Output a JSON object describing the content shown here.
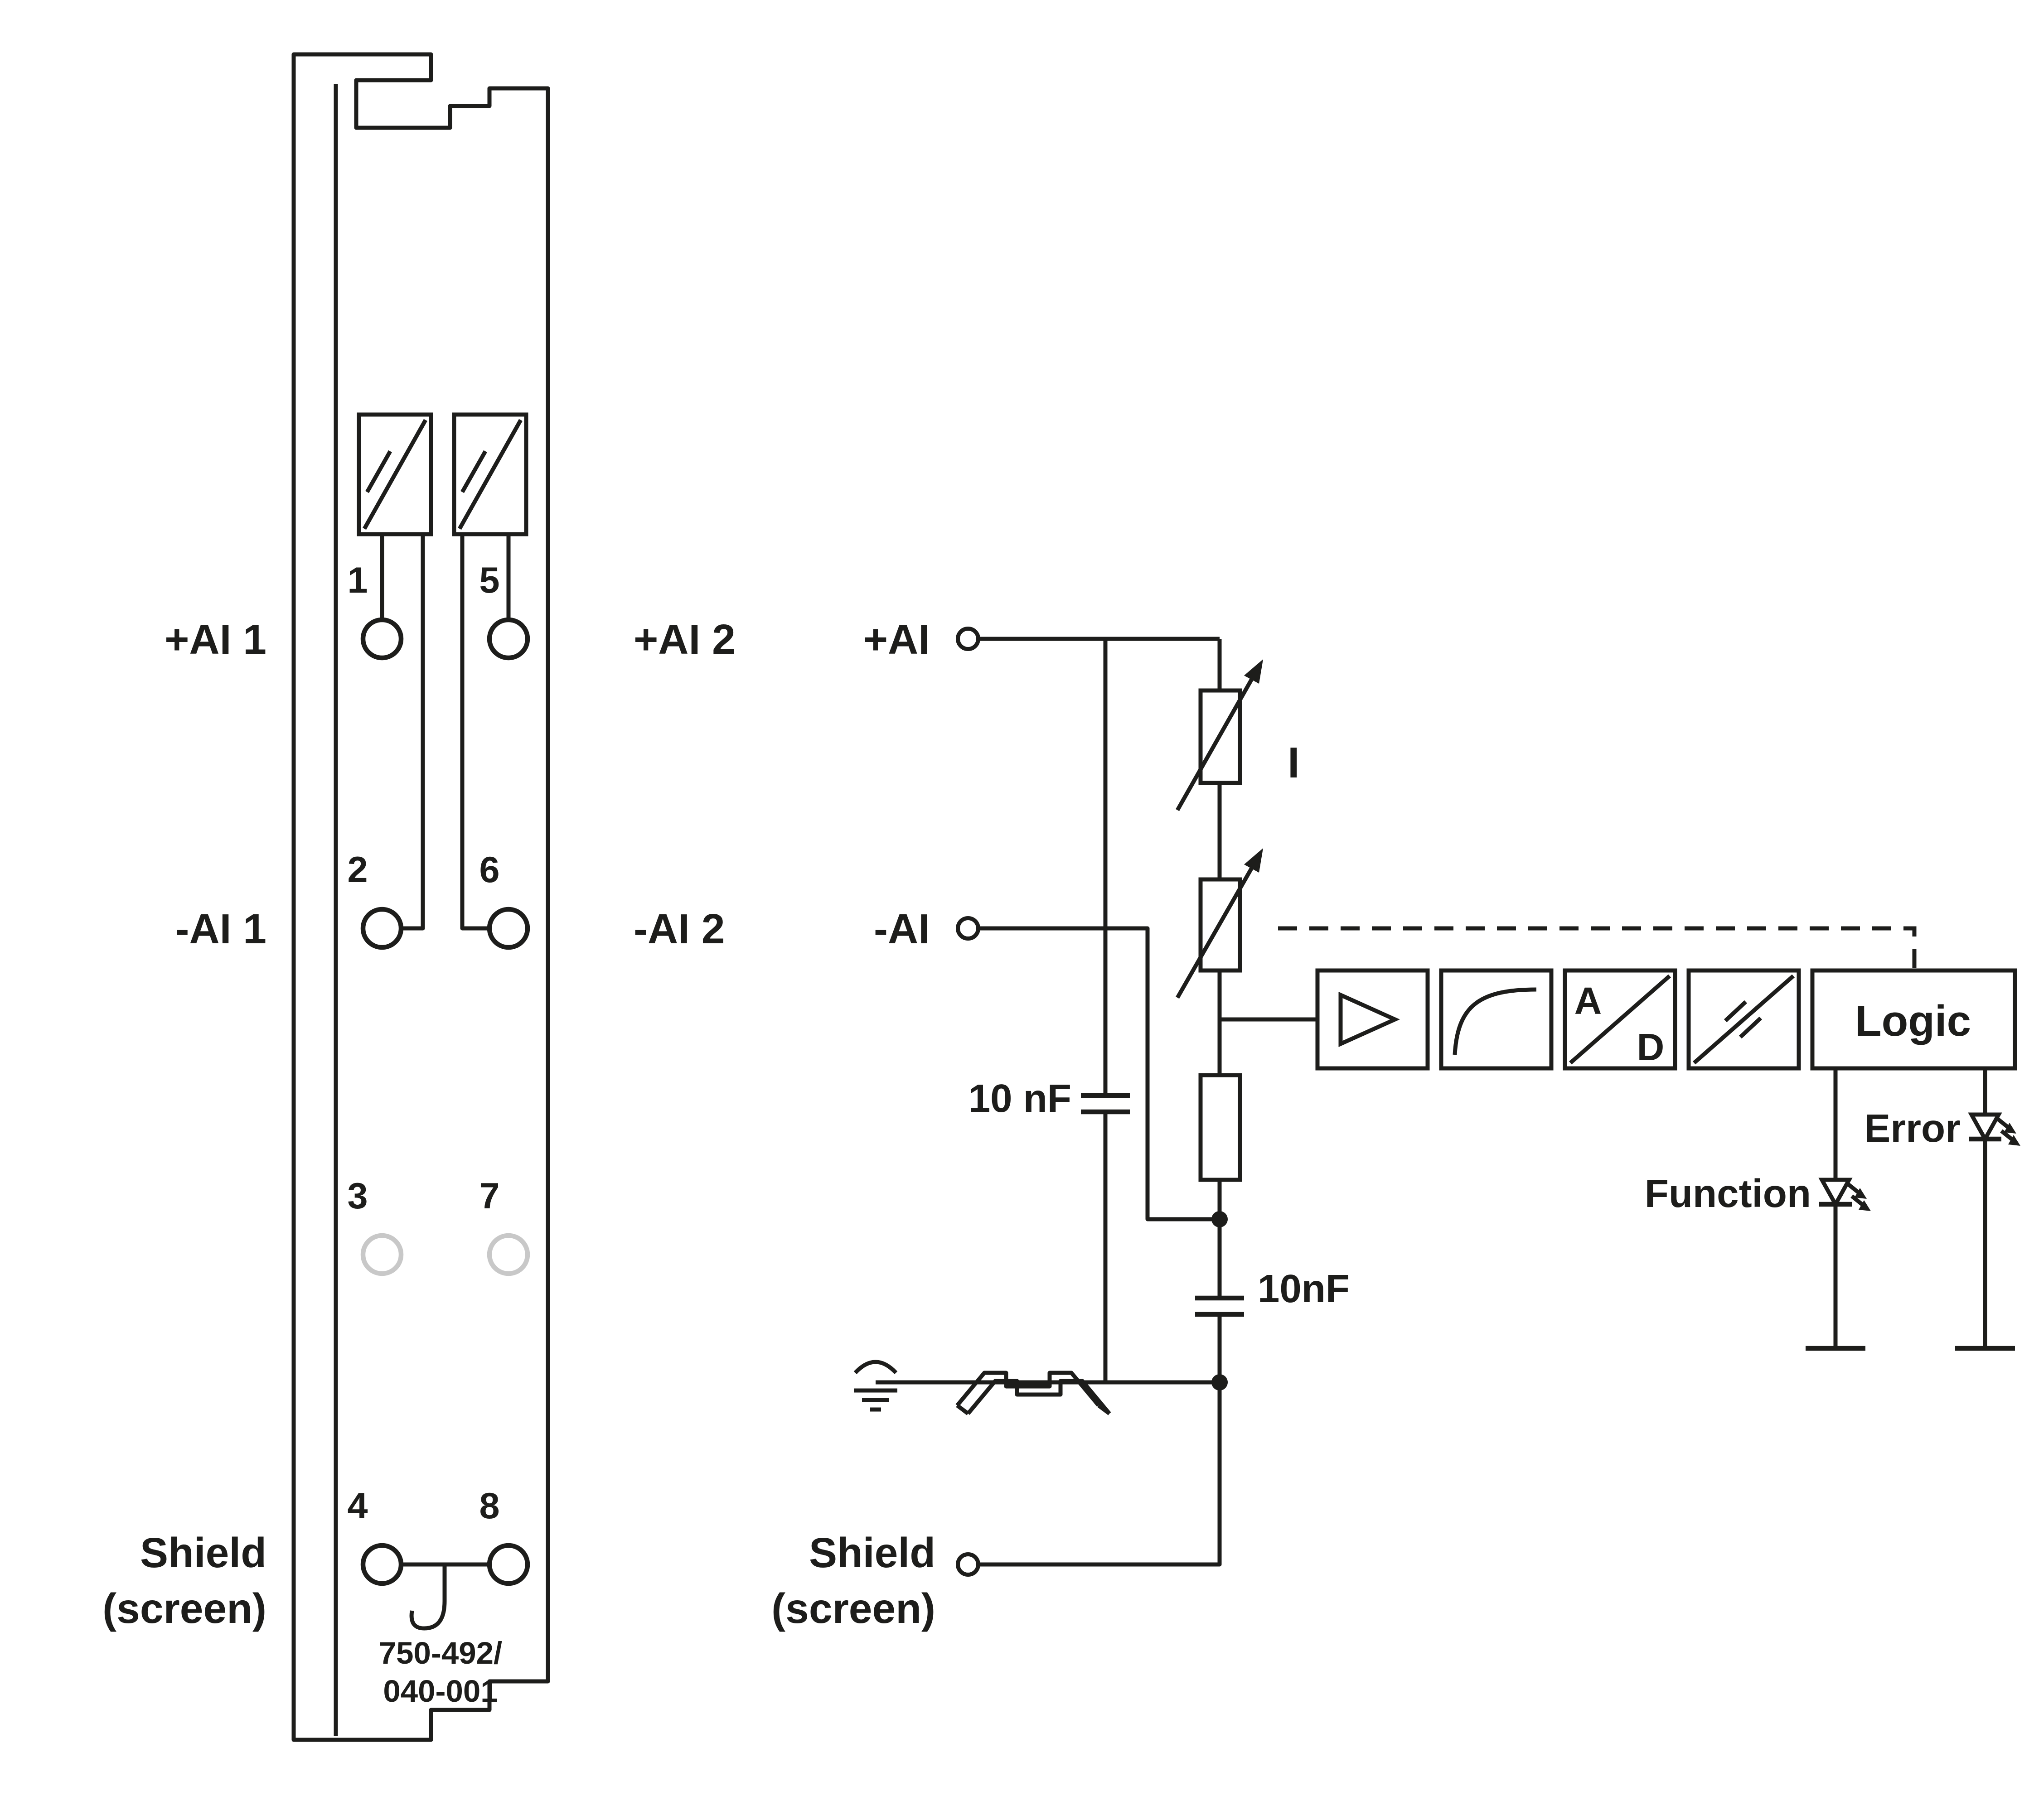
{
  "colors": {
    "line": "#1d1d1b",
    "gray": "#c8c8c8",
    "bg": "#ffffff"
  },
  "module": {
    "part1": "750-492/",
    "part2": "040-001",
    "terminals": {
      "t1": "1",
      "t2": "2",
      "t3": "3",
      "t4": "4",
      "t5": "5",
      "t6": "6",
      "t7": "7",
      "t8": "8"
    },
    "labels": {
      "ai1_plus": "+AI 1",
      "ai1_minus": "-AI 1",
      "ai2_plus": "+AI 2",
      "ai2_minus": "-AI 2",
      "shield": "Shield",
      "screen": "(screen)"
    }
  },
  "schematic": {
    "ai_plus": "+AI",
    "ai_minus": "-AI",
    "cap_main": "10 nF",
    "cap_small": "10nF",
    "shield": "Shield",
    "screen": "(screen)",
    "current_label": "I",
    "adc_a": "A",
    "adc_d": "D",
    "logic_label": "Logic",
    "led_error": "Error",
    "led_function": "Function"
  }
}
